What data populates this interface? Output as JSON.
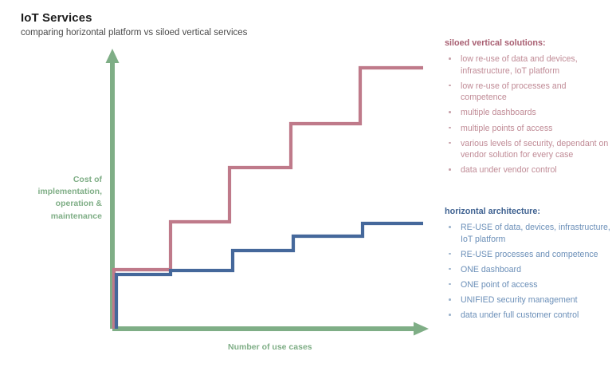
{
  "header": {
    "title": "IoT Services",
    "subtitle": "comparing horizontal platform vs siloed vertical services"
  },
  "axes": {
    "y_label": "Cost of implementation, operation & maintenance",
    "y_label_lines": [
      "Cost of",
      "implementation,",
      "operation &",
      "maintenance"
    ],
    "x_label": "Number of use cases",
    "axis_color": "#7fae86",
    "y_arrow_icon": "arrow-up-icon",
    "x_arrow_icon": "arrow-right-icon"
  },
  "legends": [
    {
      "id": "siloed",
      "heading": "siloed vertical solutions:",
      "color": "#bf7a8a",
      "heading_color": "#a85f72",
      "text_color": "#c08b96",
      "items": [
        "low re-use of data and devices, infrastructure, IoT platform",
        "low re-use of processes and competence",
        "multiple dashboards",
        "multiple points of access",
        "various levels of security, dependant on vendor solution for every case",
        "data under vendor control"
      ]
    },
    {
      "id": "horizontal",
      "heading": "horizontal architecture:",
      "color": "#45689b",
      "heading_color": "#3f6291",
      "text_color": "#6b8fb8",
      "items": [
        "RE-USE of data, devices, infrastructure, IoT platform",
        "RE-USE processes and competence",
        "ONE dashboard",
        "ONE point of access",
        "UNIFIED security management",
        "data under full customer control"
      ]
    }
  ],
  "chart_data": {
    "type": "line",
    "title": "IoT Services",
    "subtitle": "comparing horizontal platform vs siloed vertical services",
    "xlabel": "Number of use cases",
    "ylabel": "Cost of implementation, operation & maintenance",
    "grid": false,
    "axis_ticks": false,
    "legend_position": "right",
    "step_style": "step-after",
    "x": [
      0,
      1,
      2,
      3,
      4,
      5
    ],
    "xlim": [
      0,
      5.6
    ],
    "ylim": [
      0,
      10
    ],
    "series": [
      {
        "name": "siloed vertical solutions",
        "color": "#bf7a8a",
        "values": [
          0,
          2.1,
          4.2,
          6.3,
          8.1,
          9.9
        ],
        "pixel_steps": [
          {
            "x0": 141,
            "x1": 214,
            "y": 338
          },
          {
            "x0": 214,
            "x1": 288,
            "y": 278
          },
          {
            "x0": 288,
            "x1": 365,
            "y": 210
          },
          {
            "x0": 365,
            "x1": 452,
            "y": 155
          },
          {
            "x0": 452,
            "x1": 531,
            "y": 85
          }
        ]
      },
      {
        "name": "horizontal architecture",
        "color": "#45689b",
        "values": [
          0,
          1.8,
          2.4,
          2.9,
          3.3,
          3.6
        ],
        "pixel_steps": [
          {
            "x0": 141,
            "x1": 214,
            "y": 344
          },
          {
            "x0": 214,
            "x1": 292,
            "y": 339
          },
          {
            "x0": 292,
            "x1": 368,
            "y": 314
          },
          {
            "x0": 368,
            "x1": 455,
            "y": 296
          },
          {
            "x0": 455,
            "x1": 531,
            "y": 280
          }
        ]
      }
    ]
  }
}
